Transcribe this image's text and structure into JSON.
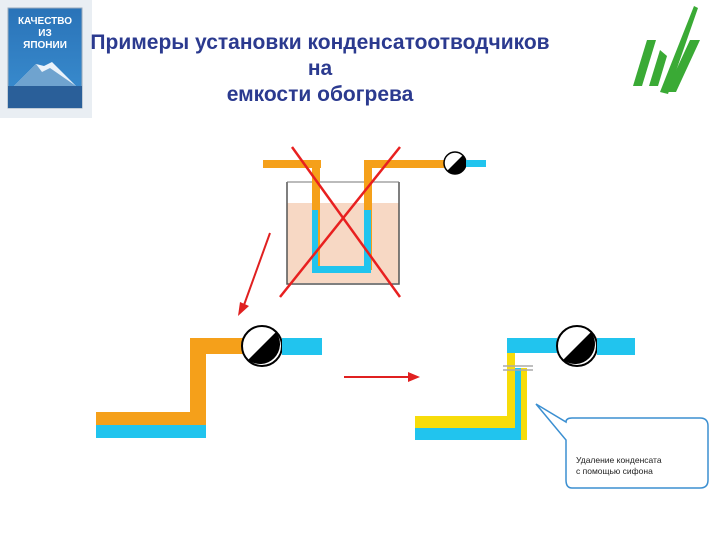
{
  "logo": {
    "lines": [
      "КАЧЕСТВО",
      "ИЗ",
      "ЯПОНИИ"
    ],
    "icon": "mount-fuji-icon"
  },
  "title": {
    "line1": "Примеры установки конденсатоотводчиков на",
    "line2": "емкости обогрева"
  },
  "brand_icon": "green-m-logo-icon",
  "callout": {
    "line1": "Удаление конденсата",
    "line2": "с помощью сифона"
  },
  "colors": {
    "steam_pipe": "#f5a01a",
    "condensate_pipe": "#21c4ee",
    "siphon_pipe": "#f7dc0a",
    "tank_fill": "#f7d8c4",
    "cross": "#e82020",
    "arrow": "#e02020",
    "trap": "#000000",
    "brand_green": "#3aaa35",
    "title": "#2b3a8f"
  }
}
